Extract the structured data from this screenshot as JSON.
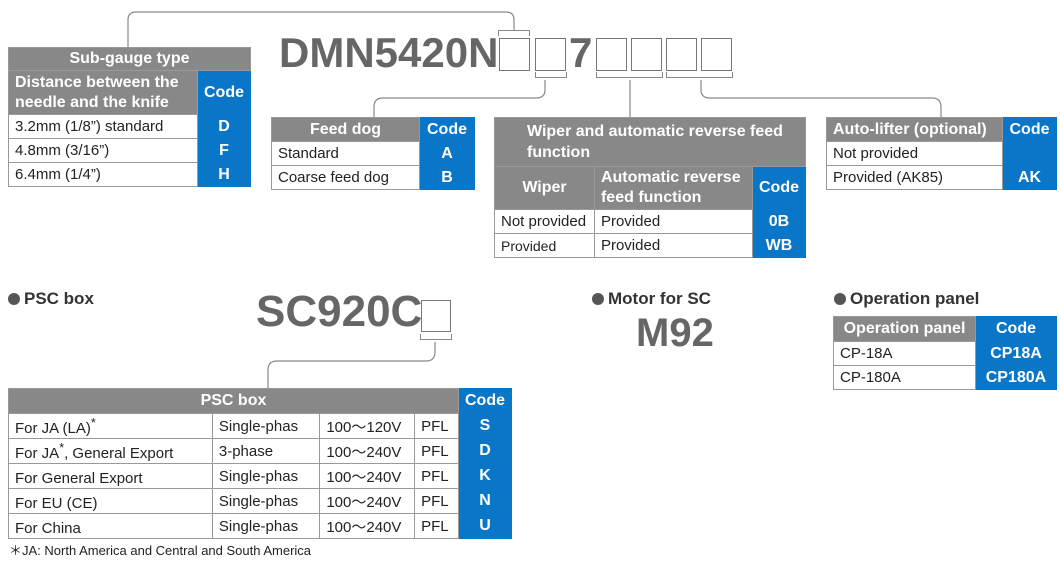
{
  "main_model": {
    "prefix": "DMN5420N",
    "middle_digit": "7"
  },
  "sub_gauge": {
    "title": "Sub-gauge type",
    "col_header": "Distance between the needle and the knife",
    "code_header": "Code",
    "rows": [
      {
        "label": "3.2mm (1/8”) standard",
        "code": "D"
      },
      {
        "label": "4.8mm (3/16”)",
        "code": "F"
      },
      {
        "label": "6.4mm (1/4”)",
        "code": "H"
      }
    ]
  },
  "feed_dog": {
    "title": "Feed dog",
    "code_header": "Code",
    "rows": [
      {
        "label": "Standard",
        "code": "A"
      },
      {
        "label": "Coarse feed dog",
        "code": "B"
      }
    ]
  },
  "wiper": {
    "title": "Wiper and automatic reverse feed function",
    "col1": "Wiper",
    "col2": "Automatic reverse feed function",
    "code_header": "Code",
    "rows": [
      {
        "wiper": "Not provided",
        "reverse": "Provided",
        "code": "0B"
      },
      {
        "wiper": "Provided",
        "reverse": "Provided",
        "code": "WB"
      }
    ]
  },
  "auto_lifter": {
    "title": "Auto-lifter (optional)",
    "code_header": "Code",
    "rows": [
      {
        "label": "Not provided",
        "code": ""
      },
      {
        "label": "Provided (AK85)",
        "code": "AK"
      }
    ]
  },
  "psc": {
    "section_label": "PSC box",
    "model": "SC920C",
    "title": "PSC box",
    "code_header": "Code",
    "rows": [
      {
        "dest": "For JA (LA)",
        "sup": "*",
        "dest_after": "",
        "phase": "Single-phas",
        "voltage": "100～120V",
        "pfl": "PFL",
        "code": "S"
      },
      {
        "dest": "For JA",
        "sup": "*",
        "dest_after": ", General Export",
        "phase": "3-phase",
        "voltage": "100～240V",
        "pfl": "PFL",
        "code": "D"
      },
      {
        "dest": "For General Export",
        "sup": "",
        "dest_after": "",
        "phase": "Single-phas",
        "voltage": "100～240V",
        "pfl": "PFL",
        "code": "K"
      },
      {
        "dest": "For EU (CE)",
        "sup": "",
        "dest_after": "",
        "phase": "Single-phas",
        "voltage": "100～240V",
        "pfl": "PFL",
        "code": "N"
      },
      {
        "dest": "For China",
        "sup": "",
        "dest_after": "",
        "phase": "Single-phas",
        "voltage": "100～240V",
        "pfl": "PFL",
        "code": "U"
      }
    ],
    "footnote": "＊JA: North America and Central and South America"
  },
  "motor": {
    "section_label": "Motor for SC",
    "model": "M92"
  },
  "operation_panel": {
    "section_label": "Operation panel",
    "title": "Operation panel",
    "code_header": "Code",
    "rows": [
      {
        "label": "CP-18A",
        "code": "CP18A"
      },
      {
        "label": "CP-180A",
        "code": "CP180A"
      }
    ]
  }
}
